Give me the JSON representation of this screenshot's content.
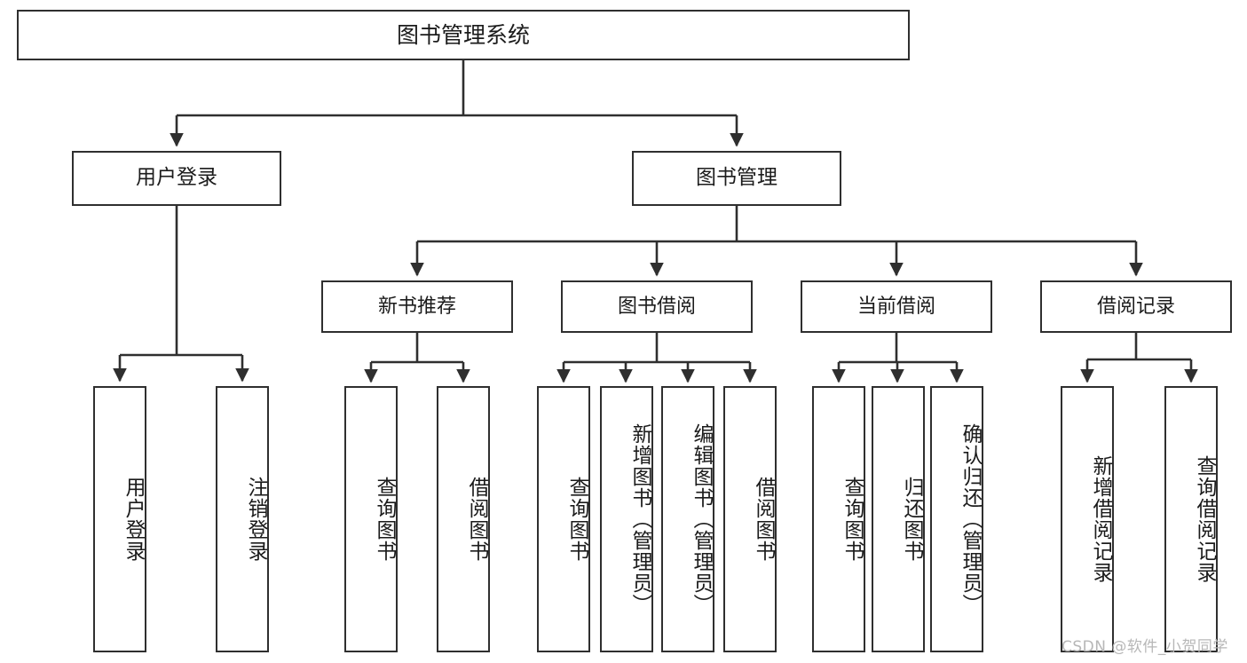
{
  "diagram": {
    "type": "tree",
    "title": "图书管理系统",
    "watermark": "CSDN @软件_小贺同学",
    "colors": {
      "box_border": "#2f2f2f",
      "box_fill": "#ffffff",
      "connector": "#2f2f2f",
      "text": "#1b1b1b",
      "watermark": "#b7b7b7"
    },
    "nodes": {
      "root": {
        "label": "图书管理系统"
      },
      "level2": [
        {
          "id": "user-login",
          "label": "用户登录"
        },
        {
          "id": "book-admin",
          "label": "图书管理"
        }
      ],
      "level3": [
        {
          "id": "new-book-recommend",
          "label": "新书推荐"
        },
        {
          "id": "book-borrow",
          "label": "图书借阅"
        },
        {
          "id": "current-borrow",
          "label": "当前借阅"
        },
        {
          "id": "borrow-record",
          "label": "借阅记录"
        }
      ],
      "leaves": {
        "user-login": [
          {
            "id": "leaf-user-login",
            "label": "用户登录"
          },
          {
            "id": "leaf-logout",
            "label": "注销登录"
          }
        ],
        "new-book-recommend": [
          {
            "id": "leaf-query-book-1",
            "label": "查询图书"
          },
          {
            "id": "leaf-borrow-book-1",
            "label": "借阅图书"
          }
        ],
        "book-borrow": [
          {
            "id": "leaf-query-book-2",
            "label": "查询图书"
          },
          {
            "id": "leaf-add-book",
            "label": "新增图书（管理员）"
          },
          {
            "id": "leaf-edit-book",
            "label": "编辑图书（管理员）"
          },
          {
            "id": "leaf-borrow-book-2",
            "label": "借阅图书"
          }
        ],
        "current-borrow": [
          {
            "id": "leaf-query-book-3",
            "label": "查询图书"
          },
          {
            "id": "leaf-return-book",
            "label": "归还图书"
          },
          {
            "id": "leaf-confirm-return",
            "label": "确认归还（管理员）"
          }
        ],
        "borrow-record": [
          {
            "id": "leaf-add-record",
            "label": "新增借阅记录"
          },
          {
            "id": "leaf-query-record",
            "label": "查询借阅记录"
          }
        ]
      }
    }
  }
}
